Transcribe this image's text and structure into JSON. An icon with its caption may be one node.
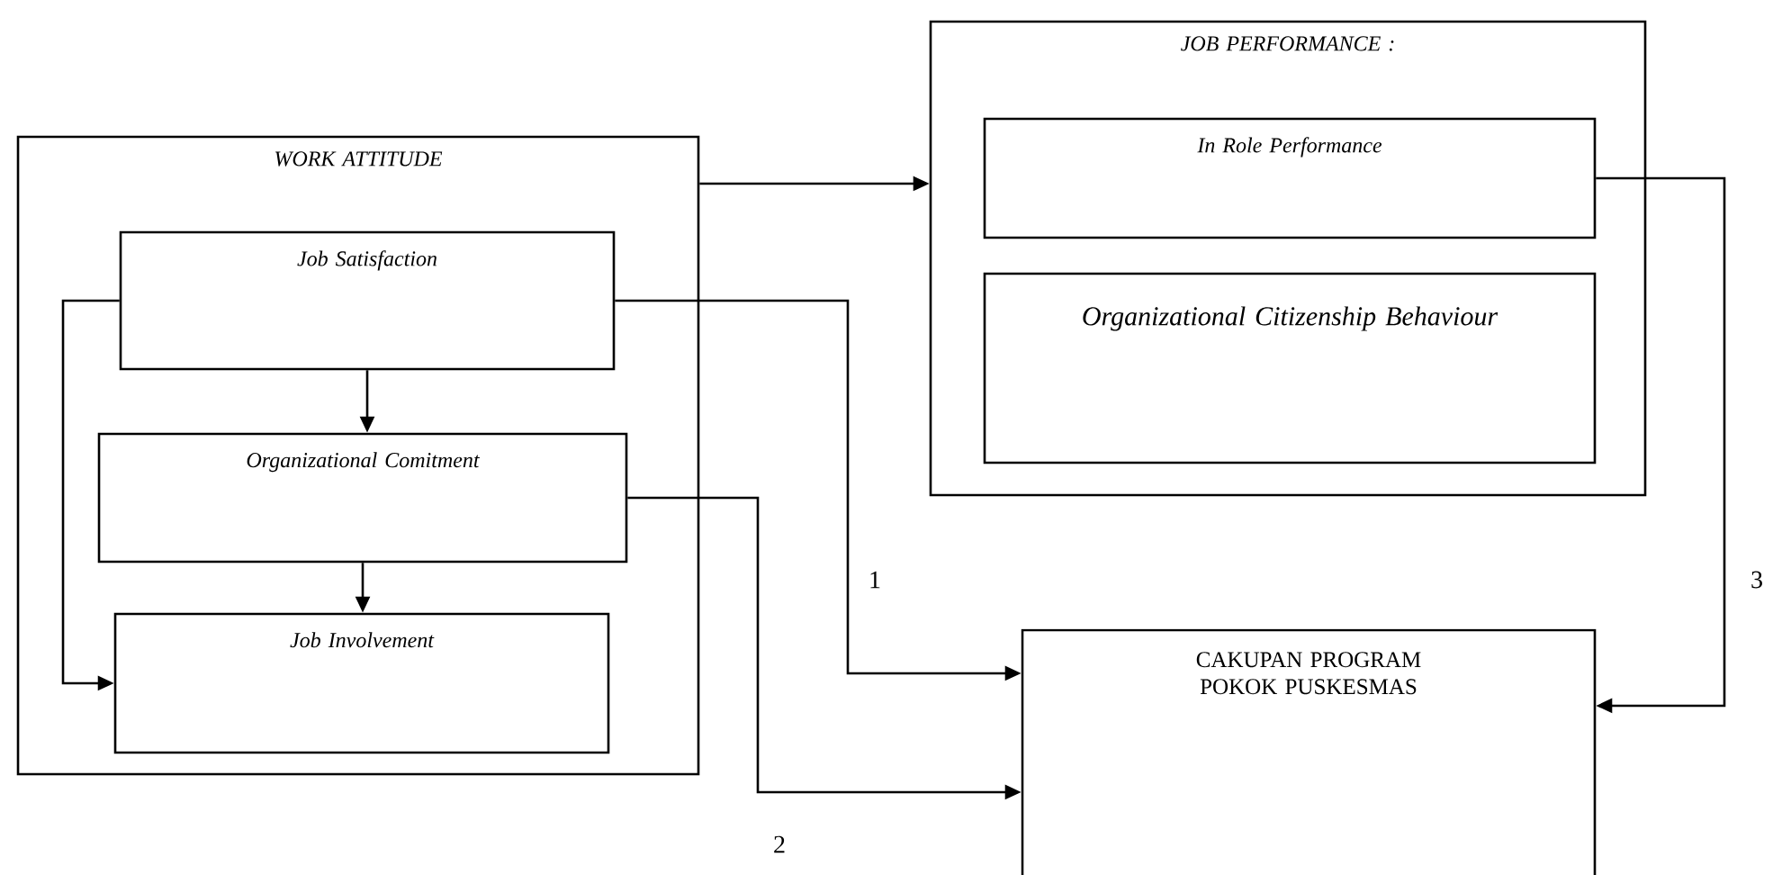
{
  "diagram": {
    "nodes": [
      {
        "text": [
          "WORK ATTITUDE"
        ]
      },
      {
        "text": [
          "Job Satisfaction"
        ],
        "in": 0
      },
      {
        "text": [
          "Organizational Comitment"
        ],
        "in": 0
      },
      {
        "text": [
          "Job Involvement"
        ],
        "in": 0
      },
      {
        "text": [
          "JOB PERFORMANCE :"
        ]
      },
      {
        "text": [
          "In Role Performance"
        ],
        "in": 4
      },
      {
        "text": [
          "Organizational Citizenship Behaviour"
        ],
        "in": 4
      },
      {
        "text": [
          "CAKUPAN PROGRAM POKOK PUSKESMAS"
        ]
      }
    ],
    "edges": [
      {
        "from": 0,
        "to": 4,
        "arrow": "to"
      },
      {
        "from": 1,
        "to": 2,
        "arrow": "to"
      },
      {
        "from": 2,
        "to": 3,
        "arrow": "to"
      },
      {
        "from": 1,
        "to": 3,
        "arrow": "to"
      },
      {
        "from": 1,
        "to": 7,
        "arrow": "to",
        "label": "1"
      },
      {
        "from": 2,
        "to": 7,
        "arrow": "to",
        "label": "2"
      },
      {
        "from": 5,
        "to": 7,
        "arrow": "to",
        "label": "3"
      }
    ]
  }
}
